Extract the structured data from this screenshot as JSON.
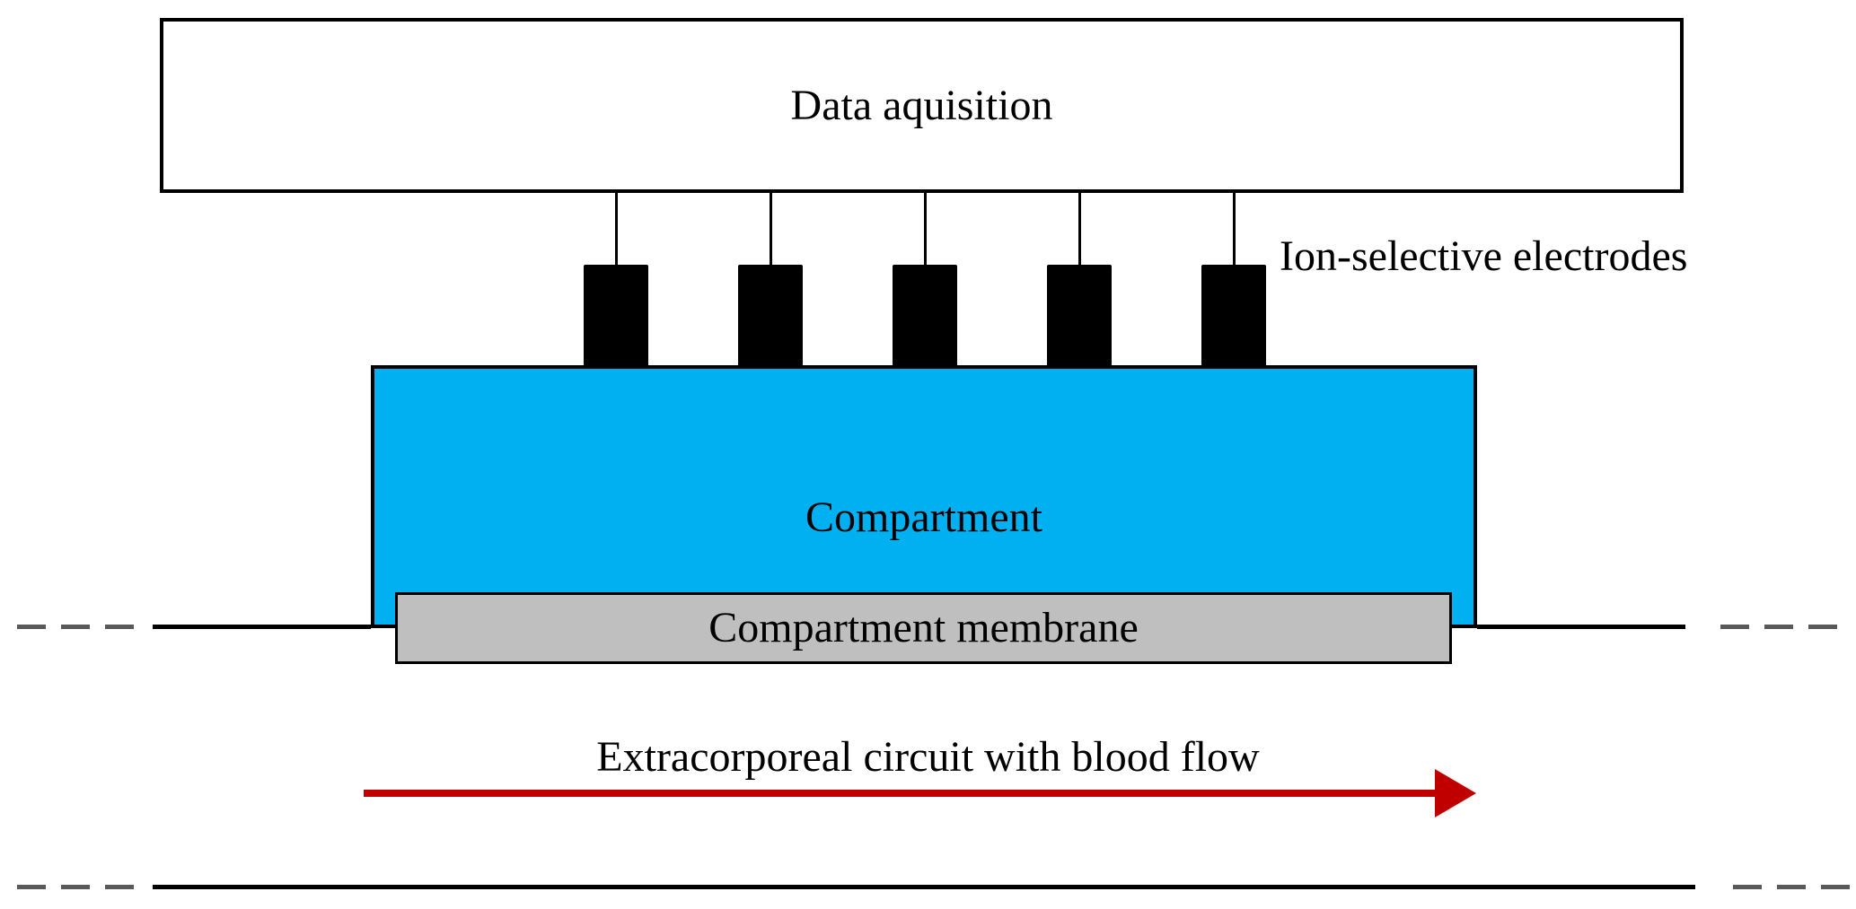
{
  "diagram": {
    "data_acquisition_label": "Data aquisition",
    "ion_selective_label": "Ion-selective electrodes",
    "compartment_label": "Compartment",
    "membrane_label": "Compartment membrane",
    "blood_flow_label": "Extracorporeal circuit with blood flow",
    "electrode_count": 5
  },
  "colors": {
    "compartment_fill": "#00B0F0",
    "membrane_fill": "#BFBFBF",
    "dash_gray": "#595959",
    "arrow_red": "#C00000",
    "line_black": "#000000"
  }
}
